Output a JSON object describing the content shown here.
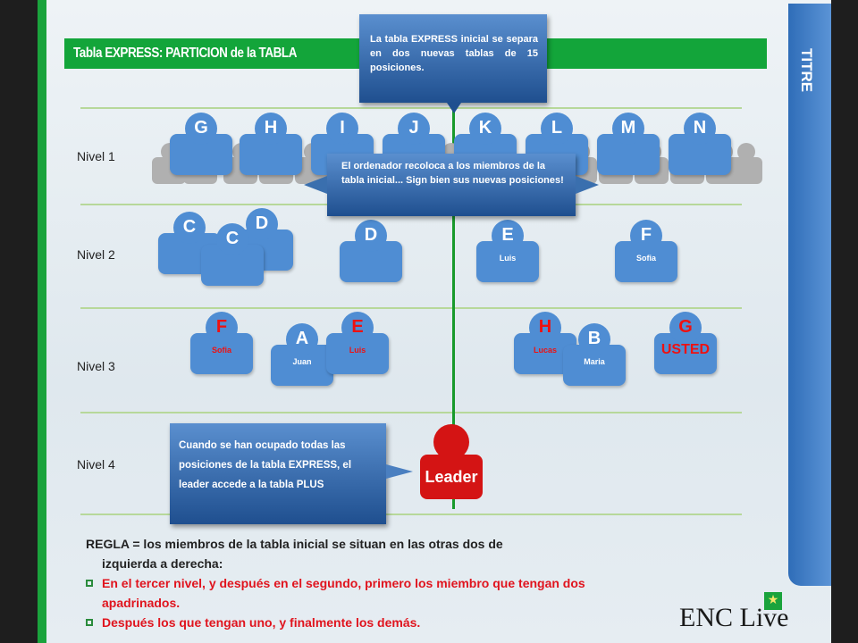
{
  "title": "Tabla EXPRESS: PARTICION de la TABLA",
  "sidebar_label": "TITRE",
  "levels": [
    "Nivel 1",
    "Nivel 2",
    "Nivel 3",
    "Nivel 4"
  ],
  "level1": [
    "G",
    "H",
    "I",
    "J",
    "K",
    "L",
    "M",
    "N"
  ],
  "level2": [
    {
      "letter": "C",
      "name": ""
    },
    {
      "letter": "C",
      "name": ""
    },
    {
      "letter": "D",
      "name": ""
    },
    {
      "letter": "D",
      "name": ""
    },
    {
      "letter": "E",
      "name": "Luis"
    },
    {
      "letter": "F",
      "name": "Sofia"
    }
  ],
  "level3": [
    {
      "letter": "F",
      "name": "Sofia"
    },
    {
      "letter": "A",
      "name": "Juan"
    },
    {
      "letter": "E",
      "name": "Luis"
    },
    {
      "letter": "H",
      "name": "Lucas"
    },
    {
      "letter": "B",
      "name": "Maria"
    },
    {
      "letter": "G",
      "name": "USTED"
    }
  ],
  "leader": "Leader",
  "callouts": {
    "top": "La tabla EXPRESS inicial se separa en dos nuevas tablas de 15 posiciones.",
    "middle": "El ordenador recoloca a los miembros de la tabla inicial... Sign bien sus nuevas posiciones!",
    "bottom": "Cuando se han ocupado todas las posiciones de la tabla EXPRESS, el leader accede a la tabla PLUS"
  },
  "rules": {
    "intro": "REGLA = los miembros de la tabla inicial se situan en las otras dos de",
    "intro2": "izquierda a derecha:",
    "items": [
      "En el tercer nivel,  y después en el segundo,  primero los miembro que tengan dos  apadrinados.",
      "Después los que tengan uno, y finalmente los demás."
    ]
  },
  "logo": "ENC Live",
  "colors": {
    "green": "#13a53a",
    "blue": "#4f8dd3",
    "red": "#d41414"
  }
}
